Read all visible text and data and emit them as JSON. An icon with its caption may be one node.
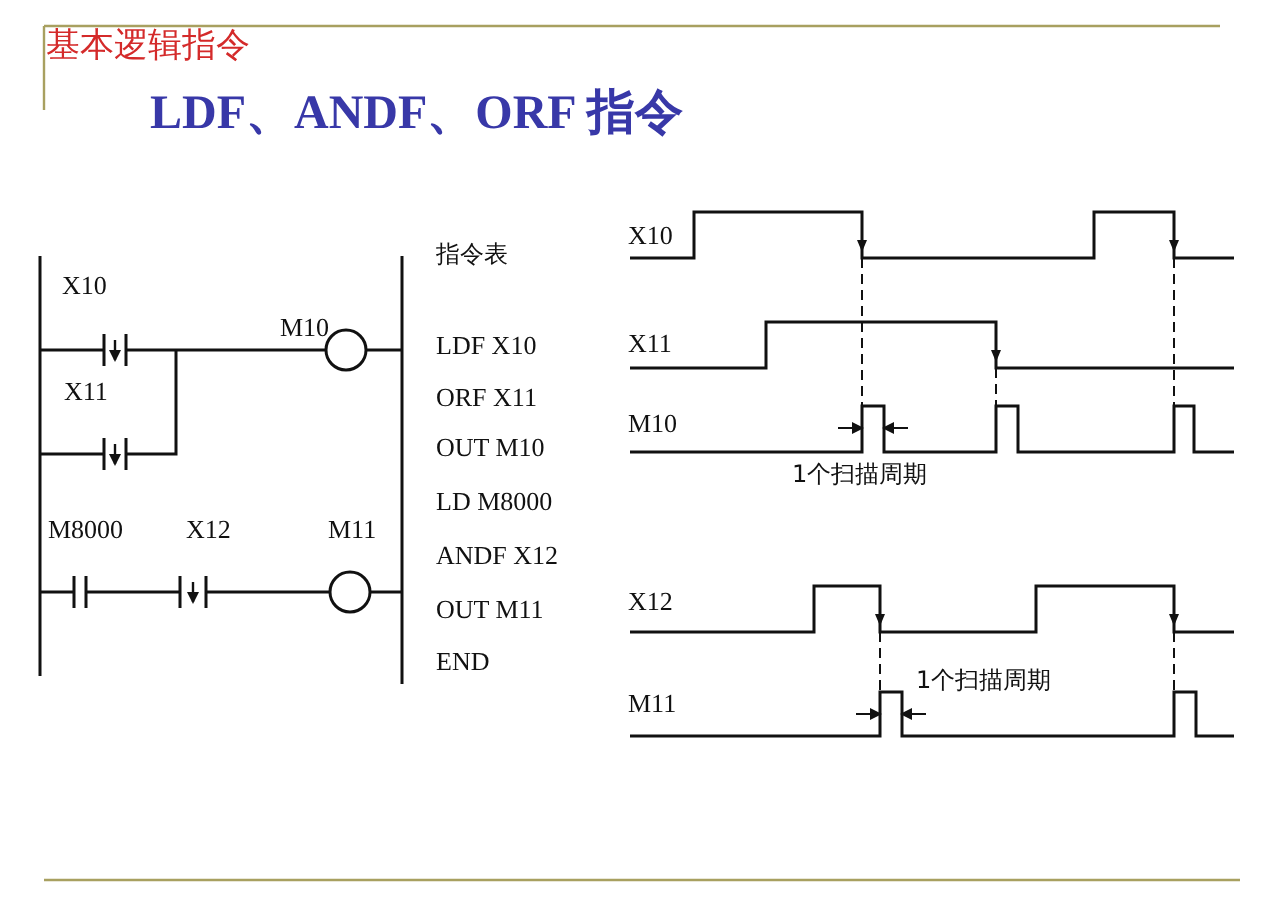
{
  "diagram": {
    "title": "LDF、ANDF、ORF 指令",
    "labels": [
      "基本逻辑指令",
      "X10",
      "M10",
      "X11",
      "M8000",
      "X12",
      "M11",
      "指令表",
      "LDF X10",
      "ORF X11",
      "OUT M10",
      "LD M8000",
      "ANDF X12",
      "OUT M11",
      "END",
      "X10",
      "X11",
      "M10",
      "1个扫描周期",
      "X12",
      "M11",
      "1个扫描周期"
    ]
  }
}
